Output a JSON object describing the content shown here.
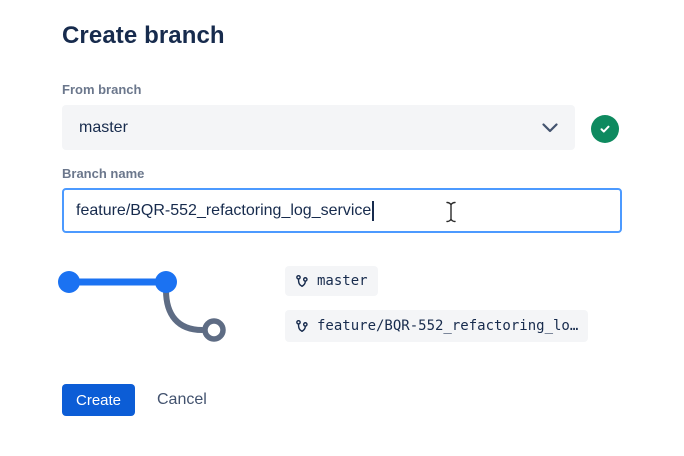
{
  "dialog": {
    "title": "Create branch",
    "from_branch": {
      "label": "From branch",
      "selected": "master",
      "valid_icon": "check-circle-icon"
    },
    "branch_name": {
      "label": "Branch name",
      "value": "feature/BQR-552_refactoring_log_service"
    },
    "graph": {
      "source_chip": "master",
      "new_chip": "feature/BQR-552_refactoring_lo…",
      "chip_icon": "git-branch-icon"
    },
    "actions": {
      "create_label": "Create",
      "cancel_label": "Cancel"
    },
    "colors": {
      "primary_blue": "#0C5DD6",
      "graph_blue": "#1B72F2",
      "graph_gray": "#5E6C84",
      "success_green": "#0E8A5F",
      "focus_border": "#4C9AFF",
      "field_bg": "#F4F5F7",
      "heading_text": "#172B4D",
      "label_text": "#6B778C",
      "cancel_text": "#42526E"
    }
  }
}
